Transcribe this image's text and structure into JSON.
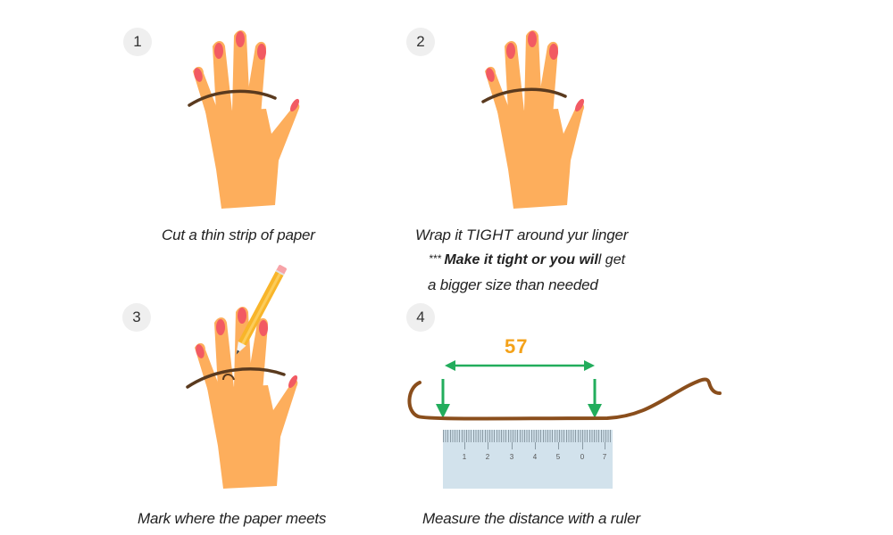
{
  "steps": [
    {
      "number": "1",
      "caption": "Cut a thin strip of paper"
    },
    {
      "number": "2",
      "caption": "Wrap it TIGHT around yur linger",
      "caption_parts": {
        "pre": "Wrap it ",
        "emph": "TIGHT",
        "post": " around yur linger"
      },
      "note": {
        "stars": "*** ",
        "bold": "Make it tight or you wil",
        "rest": "l get",
        "line2": "a bigger size than needed"
      }
    },
    {
      "number": "3",
      "caption": "Mark where the paper meets"
    },
    {
      "number": "4",
      "caption": "Measure the distance with a ruler",
      "measurement": "57",
      "ruler_labels": [
        "1",
        "2",
        "3",
        "4",
        "5",
        "0",
        "7"
      ]
    }
  ],
  "colors": {
    "skin": "#fdae5c",
    "nail": "#f25a63",
    "strip": "#5a3a1e",
    "paper_strip": "#8a4e1c",
    "arrow": "#22ad5c",
    "measurement": "#f4a21a",
    "ruler": "#d2e2ec",
    "badge_bg": "#efefef"
  },
  "icons": {
    "hand": "hand-illustration",
    "pencil": "pencil-icon",
    "arrow_double": "double-arrow-icon",
    "arrow_down": "arrow-down-icon",
    "ruler": "ruler-icon"
  }
}
